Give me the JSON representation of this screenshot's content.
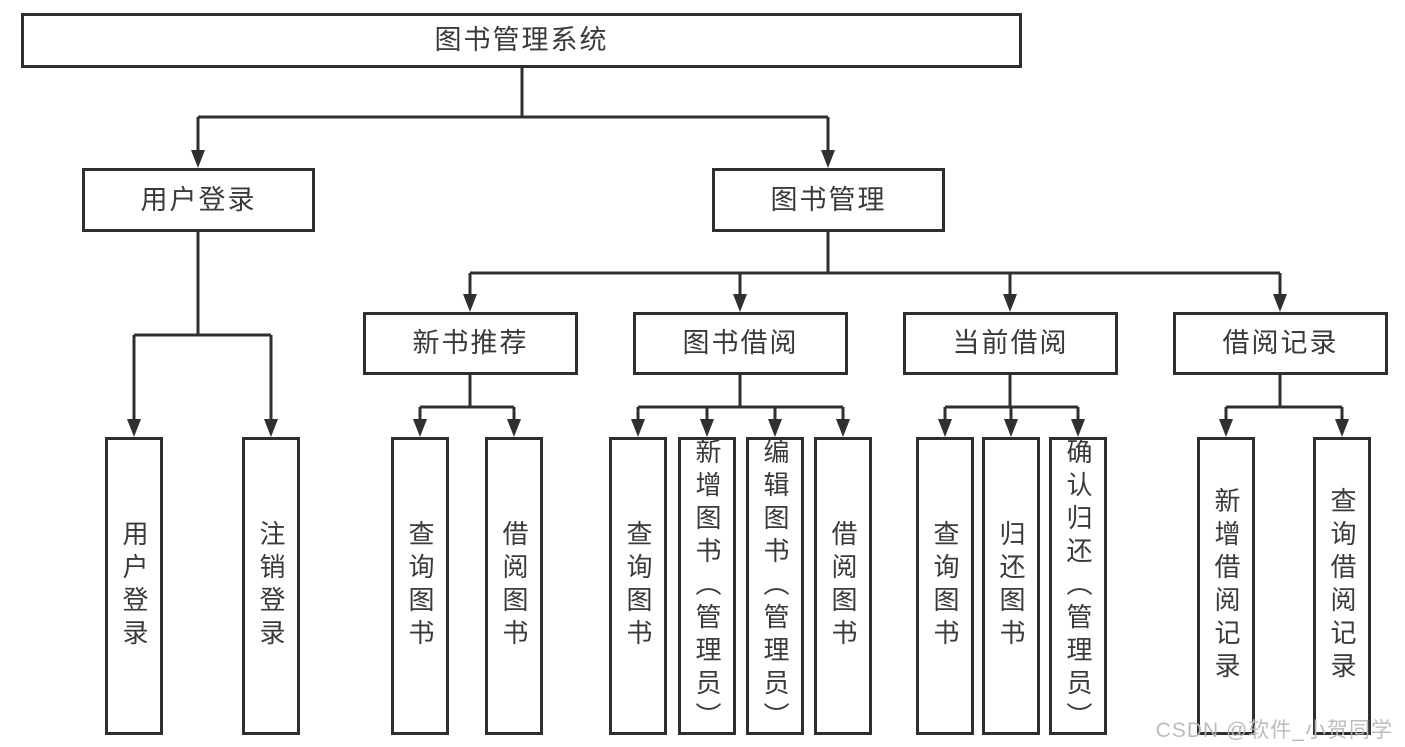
{
  "diagram": {
    "root": {
      "label": "图书管理系统"
    },
    "branches": [
      {
        "label": "用户登录",
        "children": [
          "用户登录",
          "注销登录"
        ]
      },
      {
        "label": "图书管理",
        "sections": [
          {
            "label": "新书推荐",
            "children": [
              "查询图书",
              "借阅图书"
            ]
          },
          {
            "label": "图书借阅",
            "children": [
              "查询图书",
              "新增图书（管理员）",
              "编辑图书（管理员）",
              "借阅图书"
            ]
          },
          {
            "label": "当前借阅",
            "children": [
              "查询图书",
              "归还图书",
              "确认归还（管理员）"
            ]
          },
          {
            "label": "借阅记录",
            "children": [
              "新增借阅记录",
              "查询借阅记录"
            ]
          }
        ]
      }
    ]
  },
  "watermark": "CSDN @软件_小贺同学",
  "colors": {
    "line": "#2f2f2f",
    "text": "#3a3a3a",
    "background": "#ffffff",
    "watermark": "#b8b8b8"
  }
}
